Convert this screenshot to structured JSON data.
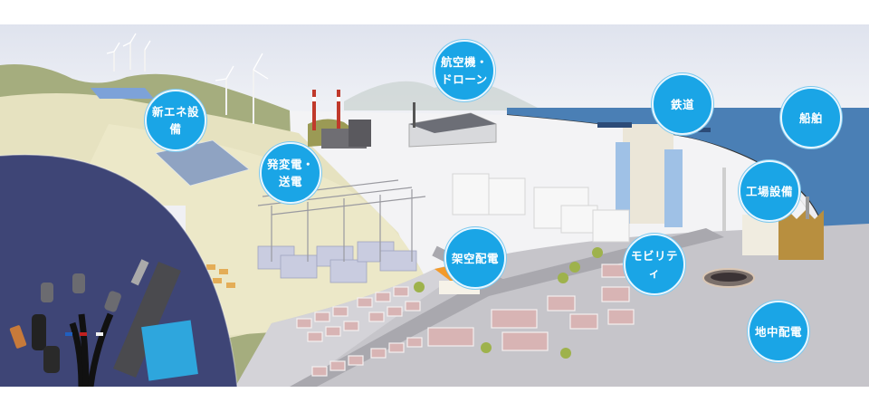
{
  "illustration": {
    "description": "Infrastructure landscape illustration with cable accessory products",
    "colors": {
      "bubble": "#1aa5e6",
      "bubble_text": "#ffffff",
      "sea": "#4a7fb5",
      "hill_green": "#a5ad7e",
      "hill_cream": "#ece8c8",
      "ground_gray": "#c6c5ca",
      "product_panel": "#3e4576"
    },
    "labels": [
      {
        "id": "new-energy",
        "text": "新エネ設備"
      },
      {
        "id": "aircraft-drone",
        "text": "航空機・\nドローン"
      },
      {
        "id": "railway",
        "text": "鉄道"
      },
      {
        "id": "ship",
        "text": "船舶"
      },
      {
        "id": "power-generation-transmission",
        "text": "発変電・\n送電"
      },
      {
        "id": "factory-equipment",
        "text": "工場設備"
      },
      {
        "id": "overhead-distribution",
        "text": "架空配電"
      },
      {
        "id": "mobility",
        "text": "モビリティ"
      },
      {
        "id": "underground-distribution",
        "text": "地中配電"
      }
    ]
  }
}
